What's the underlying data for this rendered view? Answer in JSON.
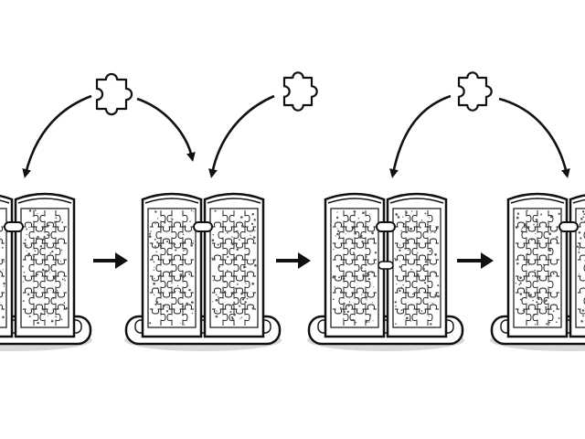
{
  "diagram": {
    "description_text": "",
    "colors": {
      "ink": "#111111",
      "paper": "#ffffff",
      "shadow": "#d9d9d9",
      "speckle": "#555555"
    },
    "units": [
      {
        "id": "unit-1",
        "label": ""
      },
      {
        "id": "unit-2",
        "label": ""
      },
      {
        "id": "unit-3",
        "label": ""
      },
      {
        "id": "unit-4",
        "label": ""
      }
    ],
    "free_pieces": [
      {
        "id": "piece-1"
      },
      {
        "id": "piece-2"
      },
      {
        "id": "piece-3"
      }
    ],
    "icons": {
      "piece": "puzzle-piece-icon",
      "flow_arrow": "arrow-right-icon",
      "curved_arrow": "curved-arrow-icon"
    }
  }
}
